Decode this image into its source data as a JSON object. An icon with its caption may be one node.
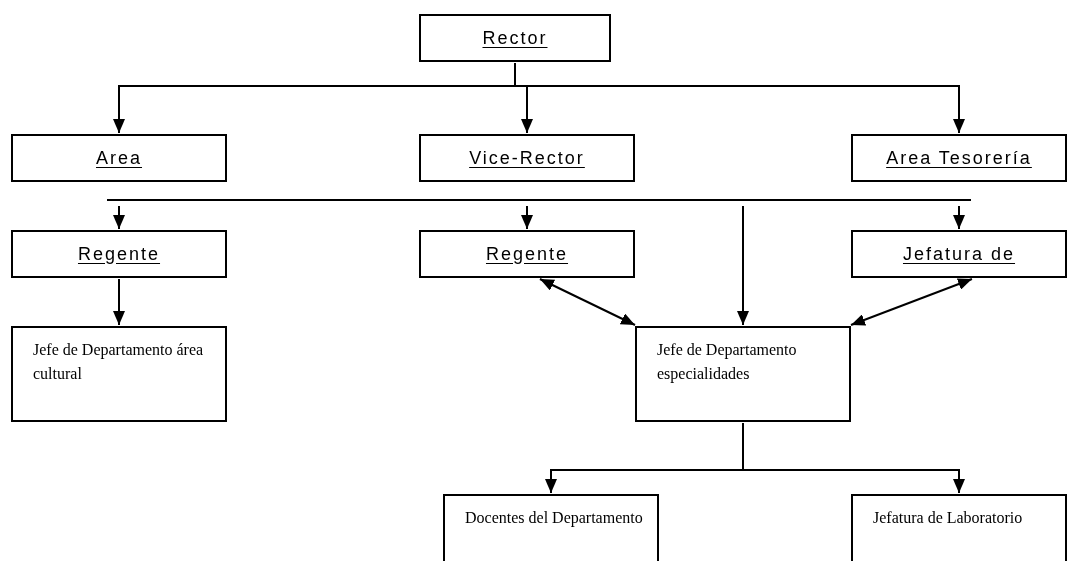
{
  "diagram": {
    "nodes": [
      {
        "text": [
          "Rector"
        ]
      },
      {
        "text": [
          "Area"
        ]
      },
      {
        "text": [
          "Vice-Rector"
        ]
      },
      {
        "text": [
          "Area Tesorería"
        ]
      },
      {
        "text": [
          "Regente"
        ]
      },
      {
        "text": [
          "Regente"
        ]
      },
      {
        "text": [
          "Jefatura de"
        ]
      },
      {
        "text": [
          "Jefe de Departamento área cultural"
        ]
      },
      {
        "text": [
          "Jefe de Departamento especialidades"
        ]
      },
      {
        "text": [
          "Docentes del Departamento"
        ]
      },
      {
        "text": [
          "Jefatura de Laboratorio"
        ]
      }
    ],
    "edges": [
      {
        "from": 0,
        "to": 1,
        "arrow": "to"
      },
      {
        "from": 0,
        "to": 2,
        "arrow": "to"
      },
      {
        "from": 0,
        "to": 3,
        "arrow": "to"
      },
      {
        "from": null,
        "to": 4,
        "arrow": "to"
      },
      {
        "from": null,
        "to": 5,
        "arrow": "to"
      },
      {
        "from": null,
        "to": 6,
        "arrow": "to"
      },
      {
        "from": null,
        "to": 8,
        "arrow": "to"
      },
      {
        "from": 4,
        "to": 7,
        "arrow": "to"
      },
      {
        "from": 5,
        "to": 8,
        "arrow": "both"
      },
      {
        "from": 6,
        "to": 8,
        "arrow": "both"
      },
      {
        "from": 8,
        "to": 9,
        "arrow": "to"
      },
      {
        "from": 8,
        "to": 10,
        "arrow": "to"
      }
    ]
  }
}
